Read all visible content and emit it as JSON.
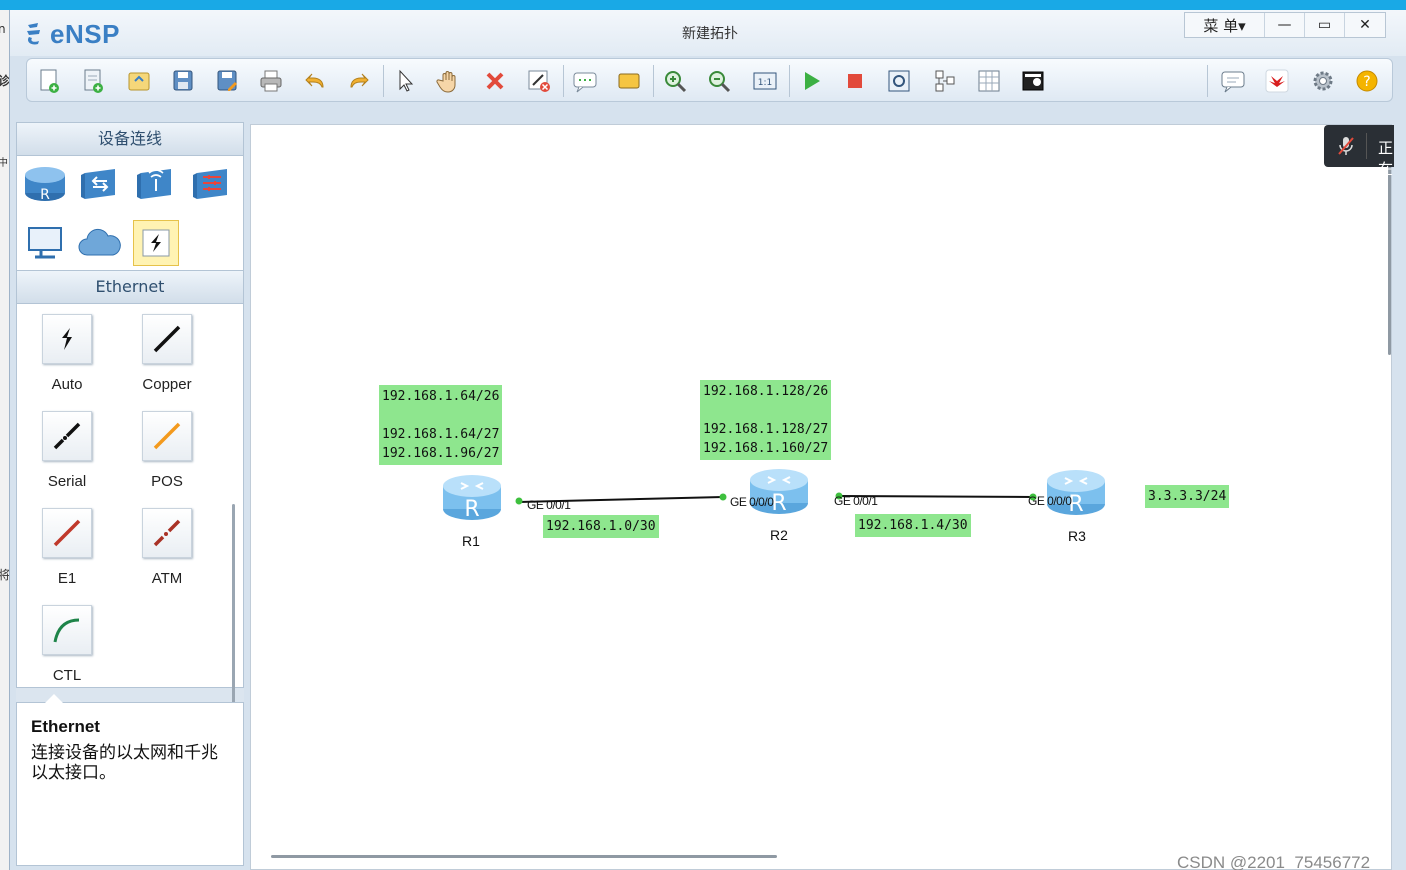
{
  "app": {
    "name": "eNSP",
    "window_title": "新建拓扑"
  },
  "window_controls": {
    "menu_label": "菜 单▾",
    "minimize": "—",
    "maximize": "▭",
    "close": "✕"
  },
  "left_strip": [
    "n",
    "诊",
    "中",
    "将"
  ],
  "toolbar": {
    "items": [
      {
        "name": "new-topology-icon"
      },
      {
        "name": "new-example-icon"
      },
      {
        "name": "open-icon"
      },
      {
        "name": "save-icon"
      },
      {
        "name": "save-as-icon"
      },
      {
        "name": "print-icon"
      },
      {
        "name": "undo-icon"
      },
      {
        "name": "redo-icon"
      },
      {
        "name": "select-pointer-icon"
      },
      {
        "name": "drag-hand-icon"
      },
      {
        "name": "delete-icon"
      },
      {
        "name": "delete-all-links-icon"
      },
      {
        "name": "add-text-icon"
      },
      {
        "name": "palette-icon"
      },
      {
        "name": "zoom-in-icon"
      },
      {
        "name": "zoom-out-icon"
      },
      {
        "name": "fit-window-icon"
      },
      {
        "name": "start-device-icon"
      },
      {
        "name": "stop-device-icon"
      },
      {
        "name": "capture-icon"
      },
      {
        "name": "topology-icon"
      },
      {
        "name": "grid-icon"
      },
      {
        "name": "cli-icon"
      },
      {
        "name": "chat-icon"
      },
      {
        "name": "huawei-icon"
      },
      {
        "name": "settings-icon"
      },
      {
        "name": "help-icon"
      }
    ]
  },
  "panel": {
    "devices_header": "设备连线",
    "devices": [
      {
        "name": "router-category-icon"
      },
      {
        "name": "switch-category-icon"
      },
      {
        "name": "wlan-category-icon"
      },
      {
        "name": "firewall-category-icon"
      },
      {
        "name": "pc-category-icon"
      },
      {
        "name": "cloud-category-icon"
      },
      {
        "name": "cable-category-icon"
      }
    ],
    "cables_header": "Ethernet",
    "cables": [
      {
        "label": "Auto",
        "name": "auto-cable",
        "color": "#111111"
      },
      {
        "label": "Copper",
        "name": "copper-cable",
        "color": "#111111"
      },
      {
        "label": "Serial",
        "name": "serial-cable",
        "color": "#111111"
      },
      {
        "label": "POS",
        "name": "pos-cable",
        "color": "#f39a1e"
      },
      {
        "label": "E1",
        "name": "e1-cable",
        "color": "#c0392b"
      },
      {
        "label": "ATM",
        "name": "atm-cable",
        "color": "#a93226"
      },
      {
        "label": "CTL",
        "name": "ctl-cable",
        "color": "#1e8449"
      }
    ],
    "description": {
      "title": "Ethernet",
      "text": "连接设备的以太网和千兆以太接口。"
    }
  },
  "topology": {
    "routers": [
      {
        "id": "R1",
        "label": "R1"
      },
      {
        "id": "R2",
        "label": "R2"
      },
      {
        "id": "R3",
        "label": "R3"
      }
    ],
    "ports": [
      {
        "label": "GE 0/0/1",
        "router": "R1"
      },
      {
        "label": "GE 0/0/0",
        "router": "R2"
      },
      {
        "label": "GE 0/0/1",
        "router": "R2"
      },
      {
        "label": "GE 0/0/0",
        "router": "R3"
      }
    ],
    "notes": [
      {
        "name": "note-r1-subnets",
        "text": "192.168.1.64/26\n\n192.168.1.64/27\n192.168.1.96/27"
      },
      {
        "name": "note-r2-subnets",
        "text": "192.168.1.128/26\n\n192.168.1.128/27\n192.168.1.160/27"
      },
      {
        "name": "note-r1-r2-link",
        "text": "192.168.1.0/30"
      },
      {
        "name": "note-r2-r3-link",
        "text": "192.168.1.4/30"
      },
      {
        "name": "note-r3-loopback",
        "text": "3.3.3.3/24"
      }
    ],
    "link_color": "#111111",
    "port_dot_color": "#3ec03e",
    "note_color": "#8ee68e"
  },
  "overlay": {
    "text": "正在"
  },
  "watermark": "CSDN @2201_75456772"
}
